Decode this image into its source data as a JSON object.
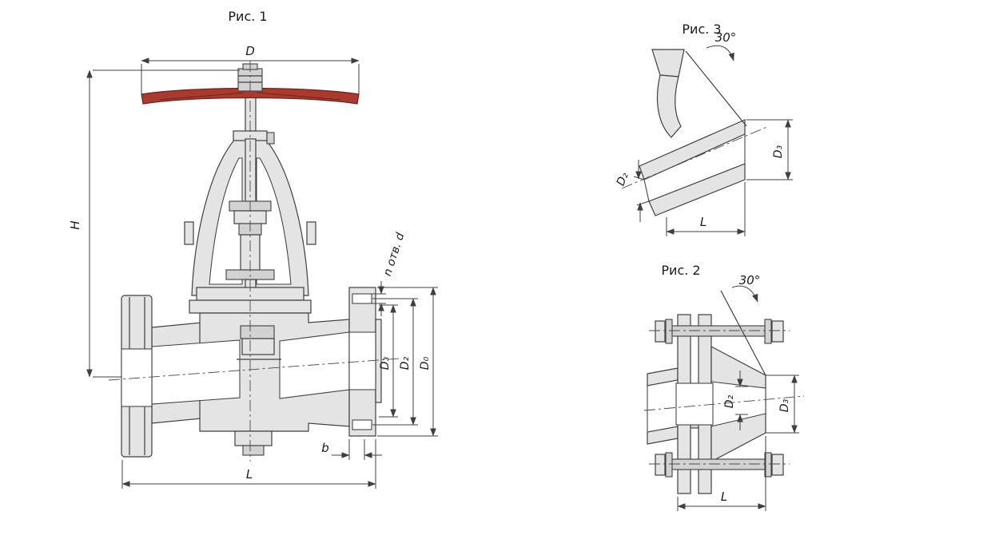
{
  "colors": {
    "background": "#ffffff",
    "line": "#3f3f3f",
    "metal": "#e4e4e4",
    "handwheel": "#a83a30",
    "handwheel_dark": "#6e241c",
    "text": "#1b1b1b"
  },
  "fig1": {
    "title": "Рис. 1",
    "dim_wheel_diameter": "D",
    "dim_height": "H",
    "dim_bolt_holes": "n отв. d",
    "dim_d3": "D₃",
    "dim_d2": "D₂",
    "dim_d0": "D₀",
    "dim_flange_thickness": "b",
    "dim_length": "L"
  },
  "fig3": {
    "title": "Рис. 3",
    "dim_bevel_angle": "30°",
    "dim_d2": "D₂",
    "dim_d3": "D₃",
    "dim_length": "L"
  },
  "fig2": {
    "title": "Рис. 2",
    "dim_bevel_angle": "30°",
    "dim_d2": "D₂",
    "dim_d3": "D₃",
    "dim_length": "L"
  }
}
